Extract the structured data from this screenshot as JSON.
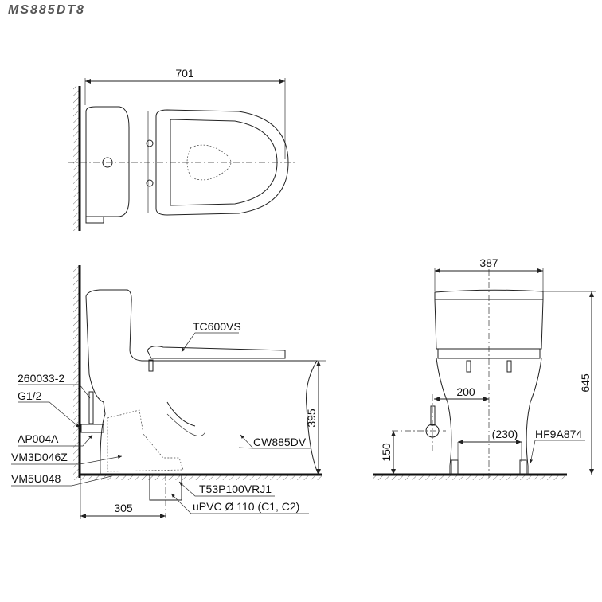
{
  "title": "MS885DT8",
  "top_view": {
    "width_dim": "701"
  },
  "side_view": {
    "labels": {
      "seat": "TC600VS",
      "supply_hose": "260033-2",
      "thread": "G1/2",
      "stop_valve": "AP004A",
      "flange": "VM3D046Z",
      "gasket": "VM5U048",
      "body": "CW885DV",
      "drain": "T53P100VRJ1",
      "pipe": "uPVC Ø 110 (C1, C2)"
    },
    "height_dim": "395",
    "rough_in_dim": "305"
  },
  "front_view": {
    "width_dim": "387",
    "height_dim": "645",
    "supply_offset_dim": "200",
    "supply_height_dim": "150",
    "bolt_spacing_dim": "(230)",
    "bolt_label": "HF9A874"
  }
}
